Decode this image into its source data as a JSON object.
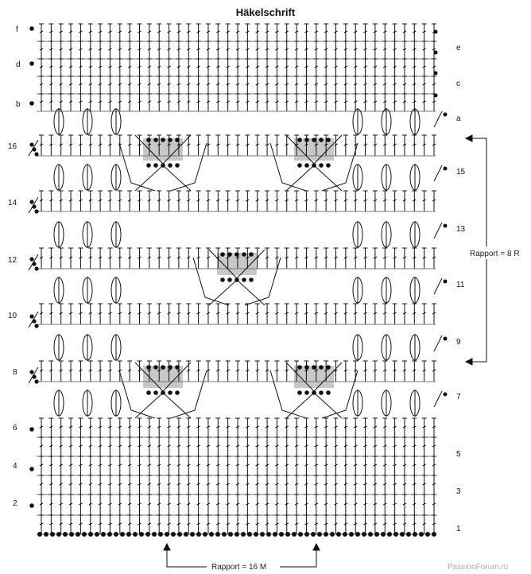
{
  "title": "Häkelschrift",
  "left_row_labels": [
    "f",
    "d",
    "b",
    "16",
    "14",
    "12",
    "10",
    "8",
    "6",
    "4",
    "2"
  ],
  "right_row_labels": [
    "e",
    "c",
    "a",
    "15",
    "13",
    "11",
    "9",
    "7",
    "5",
    "3",
    "1"
  ],
  "rapport_rows": "Rapport = 8 R",
  "rapport_stitches": "Rapport = 16 M",
  "watermark": "PassionForum.ru",
  "colors": {
    "ink": "#111111",
    "shade": "#c8c8c8",
    "background": "#ffffff"
  },
  "symbols": [
    "chain-stitch",
    "treble-stitch",
    "double-treble-stitch",
    "cluster",
    "v-motif",
    "slip-stitch"
  ]
}
